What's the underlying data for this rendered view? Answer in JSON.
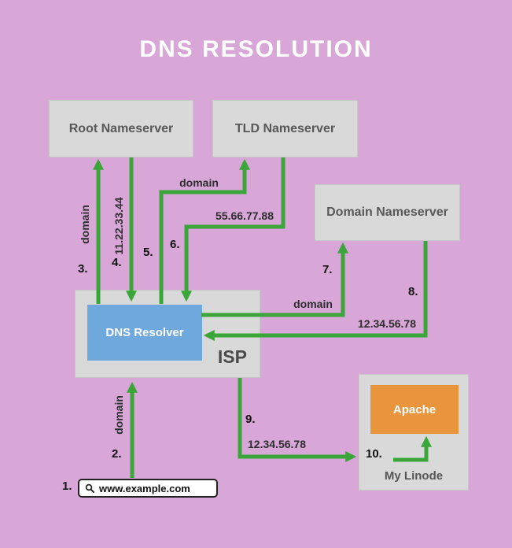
{
  "title": "DNS RESOLUTION",
  "colors": {
    "background": "#d8a7d8",
    "box-gray": "#d9d9d9",
    "box-blue": "#6fa8dc",
    "box-orange": "#e9953d",
    "arrow-green": "#3aa63a"
  },
  "nodes": {
    "root": "Root Nameserver",
    "tld": "TLD Nameserver",
    "domain_ns": "Domain Nameserver",
    "isp": "ISP",
    "resolver": "DNS Resolver",
    "linode": "My Linode",
    "apache": "Apache"
  },
  "query": {
    "value": "www.example.com"
  },
  "steps": [
    {
      "num": "1."
    },
    {
      "num": "2.",
      "label": "domain"
    },
    {
      "num": "3.",
      "label": "domain"
    },
    {
      "num": "4.",
      "label": "11.22.33.44"
    },
    {
      "num": "5.",
      "label": "domain"
    },
    {
      "num": "6.",
      "label": "55.66.77.88"
    },
    {
      "num": "7.",
      "label": "domain"
    },
    {
      "num": "8.",
      "label": "12.34.56.78"
    },
    {
      "num": "9.",
      "label": "12.34.56.78"
    },
    {
      "num": "10."
    }
  ]
}
